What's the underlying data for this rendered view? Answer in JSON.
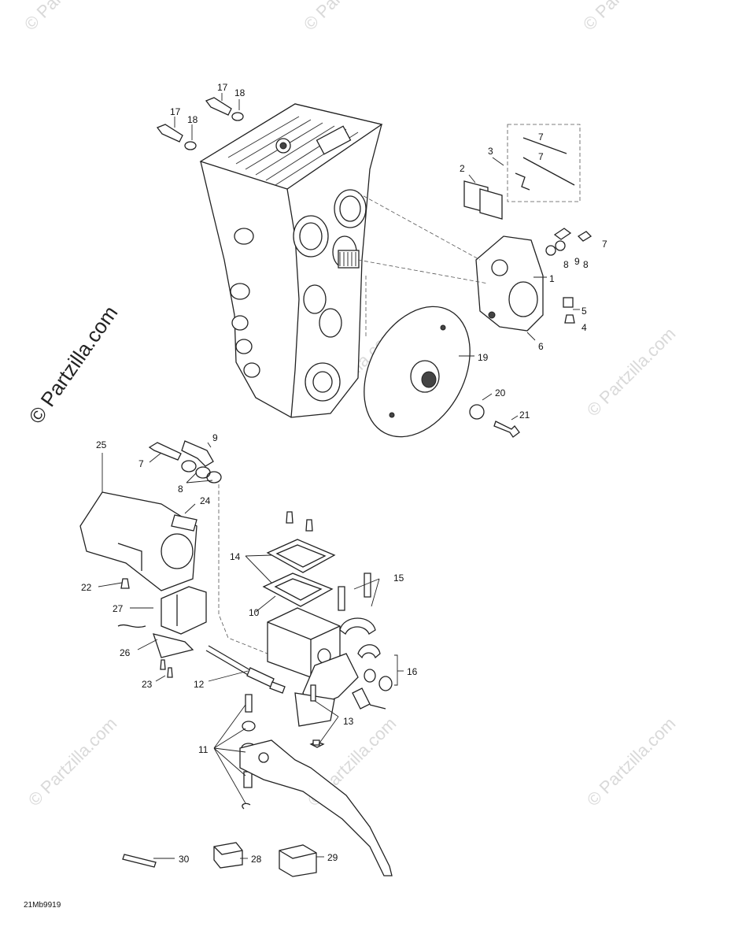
{
  "watermark": {
    "small_text": "© Partzilla.com",
    "big_text": "© Partzilla.com"
  },
  "diagram_code": "21Mb9919",
  "callouts": {
    "c1": "1",
    "c2": "2",
    "c3": "3",
    "c4": "4",
    "c5": "5",
    "c6": "6",
    "c7a": "7",
    "c7b": "7",
    "c7c": "7",
    "c7d": "7",
    "c8a": "8",
    "c8b": "8",
    "c8c": "8",
    "c9a": "9",
    "c9b": "9",
    "c10": "10",
    "c11": "11",
    "c12": "12",
    "c13": "13",
    "c14": "14",
    "c15": "15",
    "c16": "16",
    "c17a": "17",
    "c17b": "17",
    "c18a": "18",
    "c18b": "18",
    "c19": "19",
    "c20": "20",
    "c21": "21",
    "c22": "22",
    "c23": "23",
    "c24": "24",
    "c25": "25",
    "c26": "26",
    "c27": "27",
    "c28": "28",
    "c29": "29",
    "c30": "30"
  },
  "colors": {
    "line": "#222222",
    "watermark": "#d9d9d9"
  }
}
